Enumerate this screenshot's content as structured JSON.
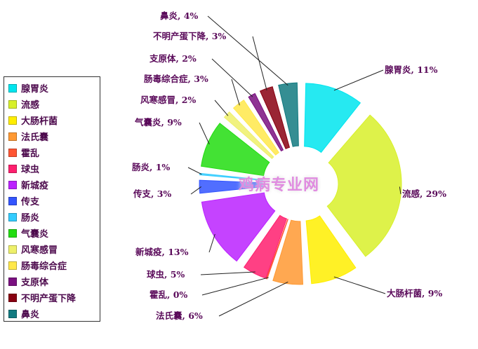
{
  "chart_data": {
    "type": "pie",
    "title": "",
    "legend_position": "left",
    "slices": [
      {
        "name": "腺胃炎",
        "label": "腺胃炎, 11%",
        "value": 11,
        "color": "#00e5ee"
      },
      {
        "name": "流感",
        "label": "流感, 29%",
        "value": 29,
        "color": "#d8f02a"
      },
      {
        "name": "大肠杆菌",
        "label": "大肠杆菌, 9%",
        "value": 9,
        "color": "#ffee00"
      },
      {
        "name": "法氏囊",
        "label": "法氏囊, 6%",
        "value": 6,
        "color": "#ff9933"
      },
      {
        "name": "霍乱",
        "label": "霍乱, 0%",
        "value": 0,
        "color": "#ff5533"
      },
      {
        "name": "球虫",
        "label": "球虫, 5%",
        "value": 5,
        "color": "#ff1f6e"
      },
      {
        "name": "新城疫",
        "label": "新城疫, 13%",
        "value": 13,
        "color": "#bb22ff"
      },
      {
        "name": "传支",
        "label": "传支, 3%",
        "value": 3,
        "color": "#3355ff"
      },
      {
        "name": "肠炎",
        "label": "肠炎, 1%",
        "value": 1,
        "color": "#33ccff"
      },
      {
        "name": "气囊炎",
        "label": "气囊炎, 9%",
        "value": 9,
        "color": "#22dd11"
      },
      {
        "name": "风寒感冒",
        "label": "风寒感冒, 2%",
        "value": 2,
        "color": "#eef06a"
      },
      {
        "name": "肠毒综合症",
        "label": "肠毒综合症, 3%",
        "value": 3,
        "color": "#ffe84a"
      },
      {
        "name": "支原体",
        "label": "支原体, 2%",
        "value": 2,
        "color": "#7a1080"
      },
      {
        "name": "不明产蛋下降",
        "label": "不明产蛋下降, 3%",
        "value": 3,
        "color": "#880011"
      },
      {
        "name": "鼻炎",
        "label": "鼻炎, 4%",
        "value": 4,
        "color": "#127a80"
      }
    ]
  },
  "watermark": "鸡病专业网"
}
